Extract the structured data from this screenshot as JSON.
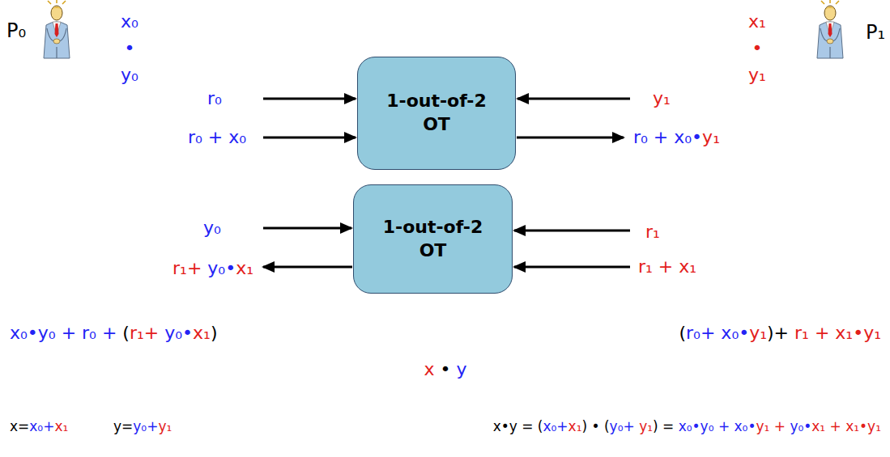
{
  "diagram": {
    "nodes": [
      {
        "text": [
          "1-out-of-2 OT"
        ]
      },
      {
        "text": [
          "1-out-of-2 OT"
        ]
      }
    ],
    "labels": [
      "P₀",
      "x₀ • y₀",
      "x₁ • y₁",
      "P₁",
      "r₀",
      "y₁",
      "r₀ + x₀",
      "r₀ + x₀•y₁",
      "y₀",
      "r₁",
      "r₁+ y₀•x₁",
      "r₁ + x₁",
      "x₀•y₀ + r₀ + (r₁+ y₀•x₁)",
      "(r₀+ x₀•y₁)+ r₁ + x₁•y₁",
      "x • y",
      "x=x₀+x₁",
      "y=y₀+y₁",
      "x•y = (x₀+x₁) • (y₀+ y₁) = x₀•y₀ + x₀•y₁ + y₀•x₁ + x₁•y₁"
    ]
  }
}
